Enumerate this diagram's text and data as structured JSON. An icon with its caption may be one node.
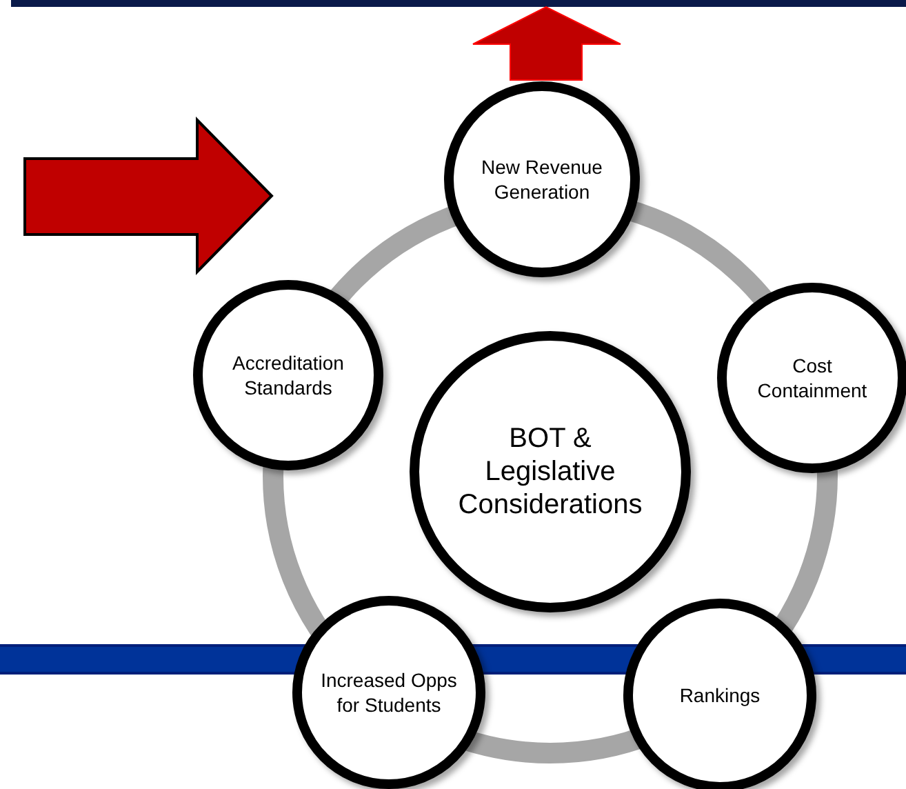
{
  "diagram": {
    "nodes": [
      {
        "text": [
          "New Revenue Generation"
        ]
      },
      {
        "text": [
          "Accreditation Standards"
        ]
      },
      {
        "text": [
          "Cost Containment"
        ]
      },
      {
        "text": [
          "BOT & Legislative Considerations"
        ]
      },
      {
        "text": [
          "Increased Opps for Students"
        ]
      },
      {
        "text": [
          "Rankings"
        ]
      }
    ]
  }
}
